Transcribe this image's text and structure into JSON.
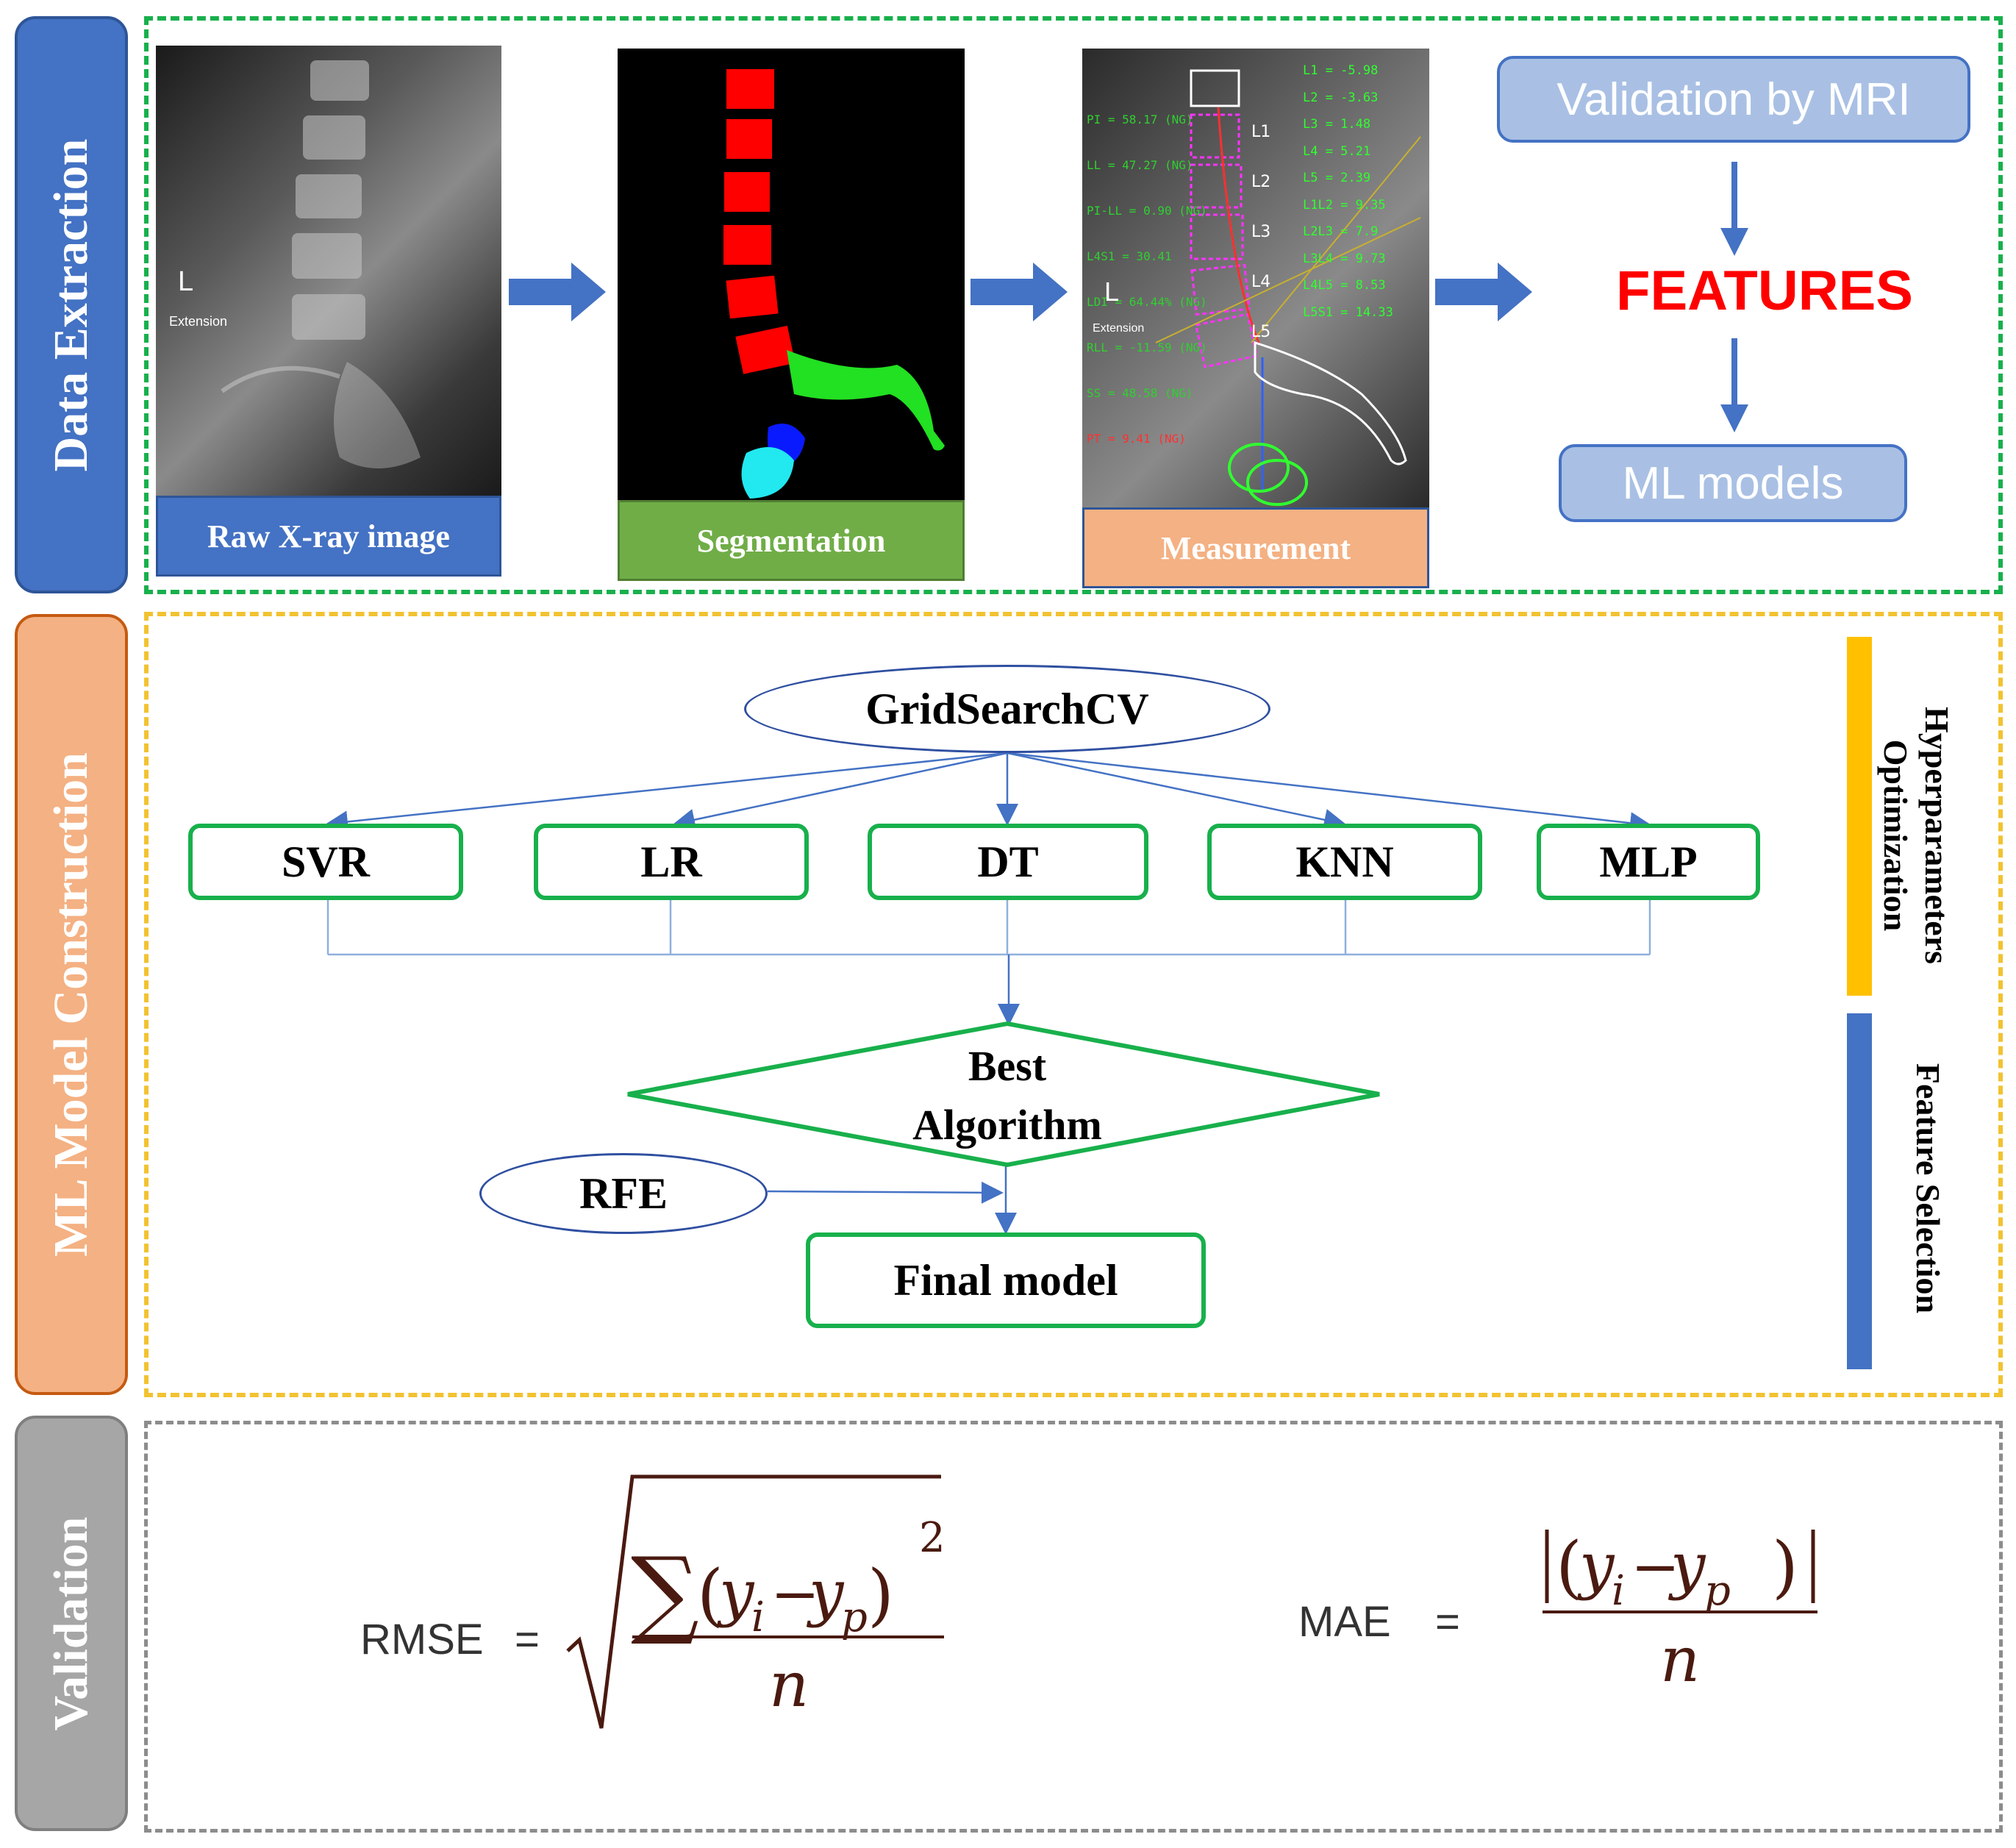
{
  "sections": {
    "data_extraction": "Data Extraction",
    "ml_model_construction": "ML Model Construction",
    "validation": "Validation"
  },
  "pipeline": {
    "raw_caption": "Raw X-ray image",
    "segmentation_caption": "Segmentation",
    "measurement_caption": "Measurement",
    "xray_marker": "L",
    "xray_subtext": "Extension",
    "validation_mri": "Validation by MRI",
    "features": "FEATURES",
    "ml_models": "ML models"
  },
  "measurement_labels": {
    "right_values": [
      "L1 = -5.98",
      "L2 = -3.63",
      "L3 = 1.48",
      "L4 = 5.21",
      "L5 = 2.39",
      "L1L2 = 9.35",
      "L2L3 = 7.9",
      "L3L4 = 9.73",
      "L4L5 = 8.53",
      "L5S1 = 14.33"
    ],
    "vertebrae": [
      "L1",
      "L2",
      "L3",
      "L4",
      "L5"
    ],
    "left_values": [
      "PI = 58.17 (NG)",
      "LL = 47.27 (NG)",
      "PI-LL = 0.90 (NG)",
      "L4S1 = 30.41",
      "LDI = 64.44% (NG)",
      "RLL = -11.59 (NG)",
      "SS = 48.58 (NG)",
      "PT = 9.41 (NG)"
    ],
    "marker": "L",
    "subtext": "Extension"
  },
  "flow": {
    "gridsearch": "GridSearchCV",
    "models": [
      "SVR",
      "LR",
      "DT",
      "KNN",
      "MLP"
    ],
    "best_algorithm_line1": "Best",
    "best_algorithm_line2": "Algorithm",
    "rfe": "RFE",
    "final_model": "Final model",
    "hyperparam_line1": "Hyperparameters",
    "hyperparam_line2": "Optimization",
    "feature_selection": "Feature Selection"
  },
  "formulas": {
    "rmse_label": "RMSE",
    "mae_label": "MAE",
    "equals": "=",
    "y": "y",
    "sub_i": "i",
    "sub_p": "p",
    "minus": "−",
    "n": "n",
    "sum": "∑",
    "square": "2"
  },
  "colors": {
    "blue_sidebar": "#4472c4",
    "orange_sidebar": "#f4b183",
    "gray_sidebar": "#a6a6a6",
    "green_dash": "#18b04c",
    "yellow_dash": "#f2c230",
    "gray_dash": "#8c8c8c",
    "features_red": "#ff0000",
    "pill_blue": "#a9c0e4",
    "arrow_blue": "#4472c4"
  }
}
